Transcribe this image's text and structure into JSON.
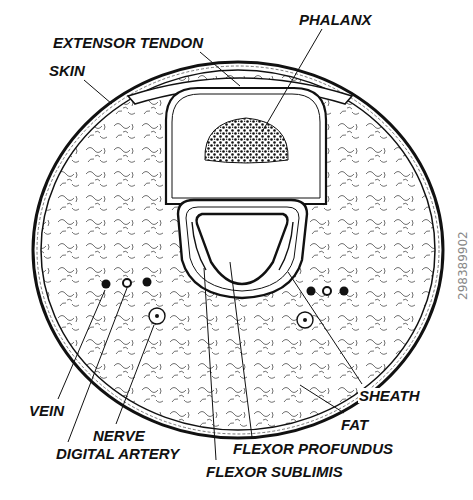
{
  "diagram": {
    "labels": [
      "EXTENSOR TENDON",
      "PHALANX",
      "SKIN",
      "SHEATH",
      "FAT",
      "FLEXOR PROFUNDUS",
      "FLEXOR SUBLIMIS",
      "DIGITAL ARTERY",
      "NERVE",
      "VEIN",
      "298389902"
    ]
  }
}
